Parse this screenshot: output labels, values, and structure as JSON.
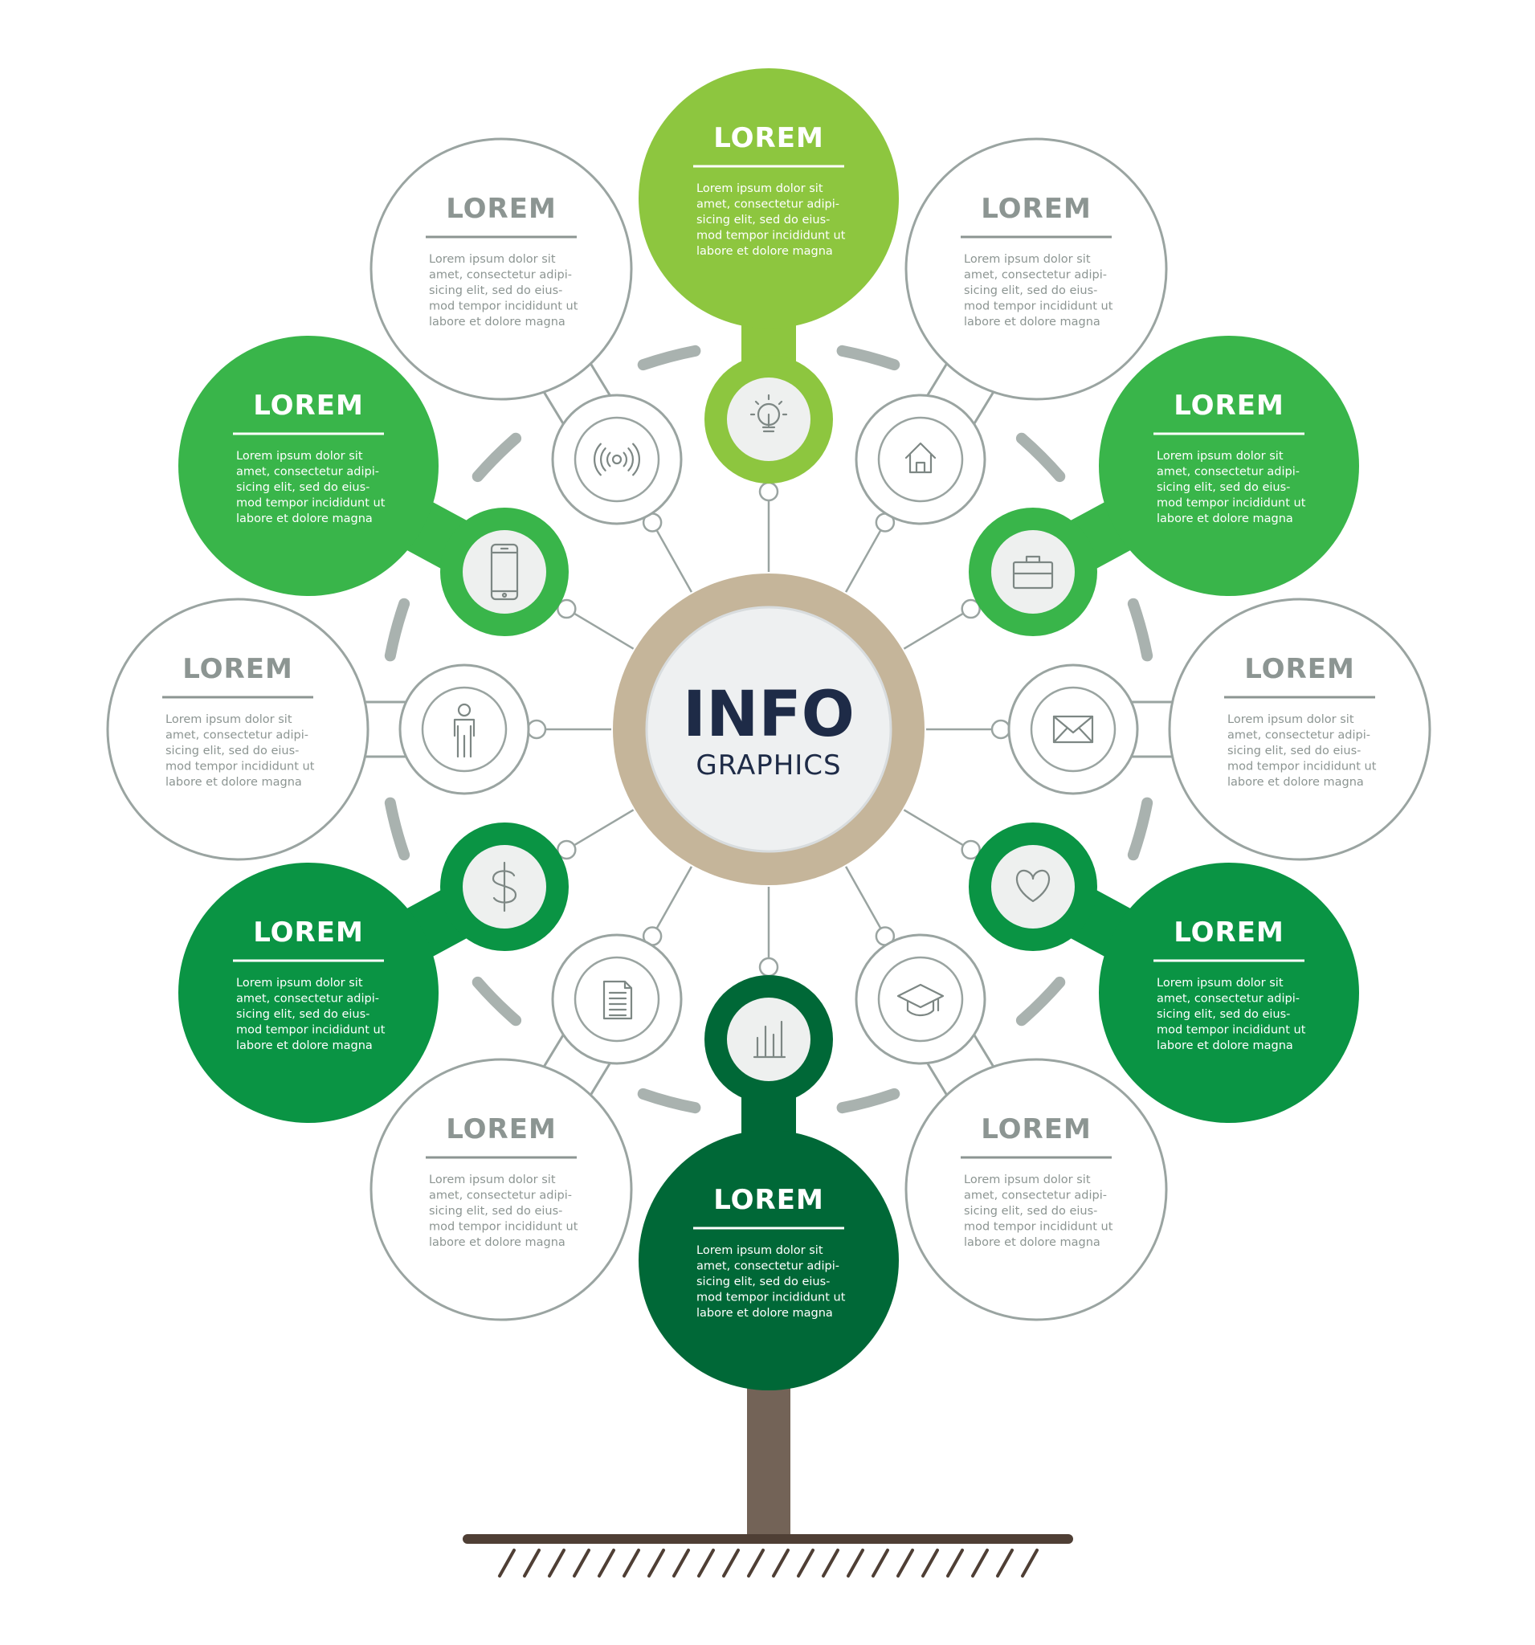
{
  "center": {
    "title": "INFO",
    "subtitle": "GRAPHICS"
  },
  "colors": {
    "lightGreen": "#8dc63f",
    "green": "#39b54a",
    "midGreen": "#0a9444",
    "darkGreen": "#006837",
    "outline": "#9aa4a1",
    "grayText": "#8c9592",
    "trunk": "#736357",
    "ground": "#4f3f35",
    "ring": "#c5b59a"
  },
  "nodes": [
    {
      "id": "top-center",
      "icon": "lightbulb-icon",
      "title": "LOREM",
      "lines": [
        "Lorem ipsum dolor sit",
        "amet, consectetur adipi-",
        "sicing elit, sed do eius-",
        "mod tempor incididunt ut",
        "labore et dolore magna"
      ]
    },
    {
      "id": "top-right",
      "icon": "home-icon",
      "title": "LOREM",
      "lines": [
        "Lorem ipsum dolor sit",
        "amet, consectetur adipi-",
        "sicing elit, sed do eius-",
        "mod tempor incididunt ut",
        "labore et dolore magna"
      ]
    },
    {
      "id": "upper-right",
      "icon": "briefcase-icon",
      "title": "LOREM",
      "lines": [
        "Lorem ipsum dolor sit",
        "amet, consectetur adipi-",
        "sicing elit, sed do eius-",
        "mod tempor incididunt ut",
        "labore et dolore magna"
      ]
    },
    {
      "id": "mid-right",
      "icon": "mail-icon",
      "title": "LOREM",
      "lines": [
        "Lorem ipsum dolor sit",
        "amet, consectetur adipi-",
        "sicing elit, sed do eius-",
        "mod tempor incididunt ut",
        "labore et dolore magna"
      ]
    },
    {
      "id": "lower-right",
      "icon": "heart-icon",
      "title": "LOREM",
      "lines": [
        "Lorem ipsum dolor sit",
        "amet, consectetur adipi-",
        "sicing elit, sed do eius-",
        "mod tempor incididunt ut",
        "labore et dolore magna"
      ]
    },
    {
      "id": "bottom-right",
      "icon": "graduation-cap-icon",
      "title": "LOREM",
      "lines": [
        "Lorem ipsum dolor sit",
        "amet, consectetur adipi-",
        "sicing elit, sed do eius-",
        "mod tempor incididunt ut",
        "labore et dolore magna"
      ]
    },
    {
      "id": "bottom-center",
      "icon": "bar-chart-icon",
      "title": "LOREM",
      "lines": [
        "Lorem ipsum dolor sit",
        "amet, consectetur adipi-",
        "sicing elit, sed do eius-",
        "mod tempor incididunt ut",
        "labore et dolore magna"
      ]
    },
    {
      "id": "bottom-left",
      "icon": "document-icon",
      "title": "LOREM",
      "lines": [
        "Lorem ipsum dolor sit",
        "amet, consectetur adipi-",
        "sicing elit, sed do eius-",
        "mod tempor incididunt ut",
        "labore et dolore magna"
      ]
    },
    {
      "id": "lower-left",
      "icon": "dollar-icon",
      "title": "LOREM",
      "lines": [
        "Lorem ipsum dolor sit",
        "amet, consectetur adipi-",
        "sicing elit, sed do eius-",
        "mod tempor incididunt ut",
        "labore et dolore magna"
      ]
    },
    {
      "id": "mid-left",
      "icon": "person-icon",
      "title": "LOREM",
      "lines": [
        "Lorem ipsum dolor sit",
        "amet, consectetur adipi-",
        "sicing elit, sed do eius-",
        "mod tempor incididunt ut",
        "labore et dolore magna"
      ]
    },
    {
      "id": "upper-left",
      "icon": "smartphone-icon",
      "title": "LOREM",
      "lines": [
        "Lorem ipsum dolor sit",
        "amet, consectetur adipi-",
        "sicing elit, sed do eius-",
        "mod tempor incididunt ut",
        "labore et dolore magna"
      ]
    },
    {
      "id": "top-left",
      "icon": "wifi-signal-icon",
      "title": "LOREM",
      "lines": [
        "Lorem ipsum dolor sit",
        "amet, consectetur adipi-",
        "sicing elit, sed do eius-",
        "mod tempor incididunt ut",
        "labore et dolore magna"
      ]
    }
  ]
}
